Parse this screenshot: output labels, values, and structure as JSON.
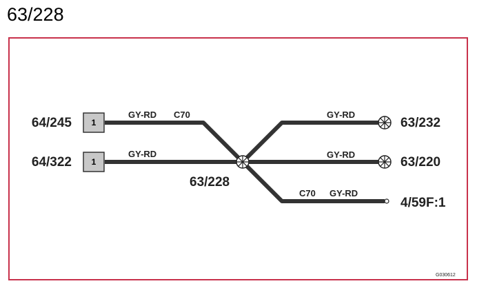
{
  "title": "63/228",
  "left_connectors": [
    {
      "id": "64/245",
      "pin": "1",
      "wire": [
        "GY-RD",
        "C70"
      ]
    },
    {
      "id": "64/322",
      "pin": "1",
      "wire": [
        "GY-RD"
      ]
    }
  ],
  "splice": {
    "id": "63/228"
  },
  "right_branches": [
    {
      "id": "63/232",
      "wire": [
        "GY-RD"
      ],
      "terminal": "splice"
    },
    {
      "id": "63/220",
      "wire": [
        "GY-RD"
      ],
      "terminal": "splice"
    },
    {
      "id": "4/59F:1",
      "wire": [
        "C70",
        "GY-RD"
      ],
      "terminal": "open-end"
    }
  ],
  "reference_code": "G030612",
  "colors": {
    "frame": "#c8314b",
    "wire": "#333333",
    "connector_fill": "#c8c8c8"
  }
}
